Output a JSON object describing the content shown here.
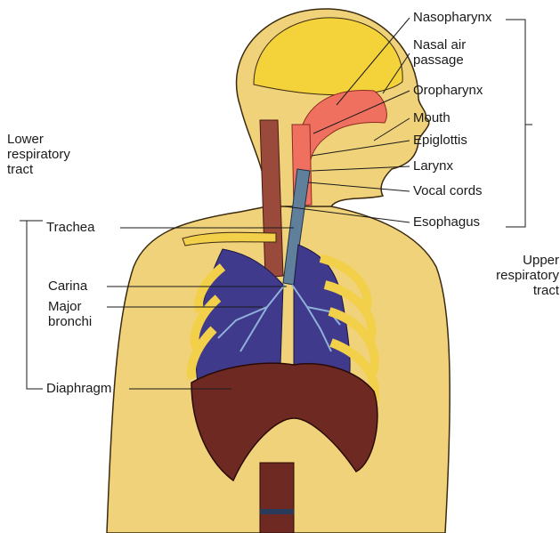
{
  "labels": {
    "nasopharynx": "Nasopharynx",
    "nasal_air_passage": "Nasal air\npassage",
    "oropharynx": "Oropharynx",
    "mouth": "Mouth",
    "epiglottis": "Epiglottis",
    "larynx": "Larynx",
    "vocal_cords": "Vocal cords",
    "esophagus": "Esophagus",
    "upper_tract": "Upper\nrespiratory\ntract",
    "lower_tract": "Lower\nrespiratory\ntract",
    "trachea": "Trachea",
    "carina": "Carina",
    "major_bronchi": "Major\nbronchi",
    "diaphragm": "Diaphragm"
  },
  "colors": {
    "skin": "#f0d27a",
    "skin_outline": "#3a2a10",
    "brain": "#f3d23a",
    "airway": "#f07060",
    "lung": "#3f3a8c",
    "bronchi": "#8fb0d8",
    "trachea": "#5f7f9a",
    "esophagus": "#9a4a3a",
    "muscle": "#6e2a22",
    "rib": "#f2d04a"
  }
}
